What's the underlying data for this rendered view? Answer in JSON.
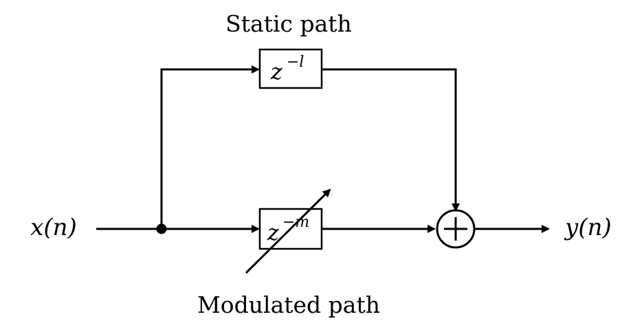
{
  "labels": {
    "static_path": "Static path",
    "modulated_path": "Modulated path",
    "input": "x(n)",
    "output": "y(n)"
  },
  "blocks": {
    "static_delay": {
      "base": "z",
      "exponent": "−l"
    },
    "modulated_delay": {
      "base": "z",
      "exponent": "−m"
    }
  },
  "colors": {
    "stroke": "#000000",
    "background": "#ffffff"
  },
  "icons": {
    "summing_junction": "plus-in-circle-icon",
    "junction": "dot-icon"
  }
}
